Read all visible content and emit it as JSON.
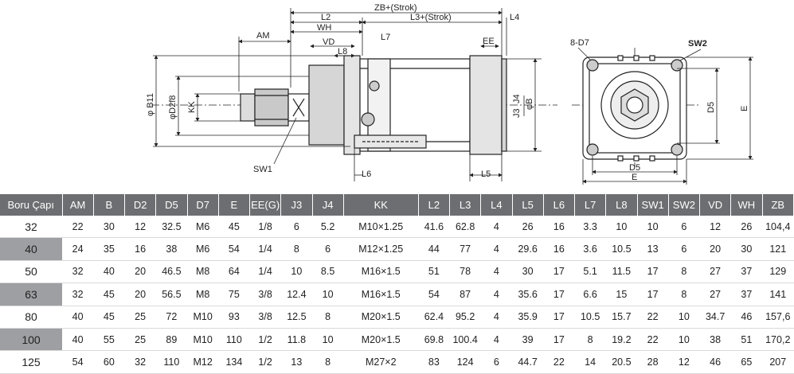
{
  "drawing": {
    "dims": {
      "zb": "ZB+(Strok)",
      "l3": "L3+(Strok)",
      "l4": "L4",
      "l2": "L2",
      "wh": "WH",
      "am": "AM",
      "vd": "VD",
      "l7": "L7",
      "l8": "L8",
      "ee": "EE",
      "b11": "φ B11",
      "d2f8": "φD2f8",
      "kk": "KK",
      "j3": "J3",
      "j4": "J4",
      "phib": "φB",
      "l6": "L6",
      "l5": "L5",
      "sw1": "SW1",
      "d7": "8-D7",
      "sw2": "SW2",
      "d5v": "D5",
      "ev": "E",
      "d5h": "D5",
      "eh": "E"
    }
  },
  "table": {
    "headers": [
      "Boru Çapı",
      "AM",
      "B",
      "D2",
      "D5",
      "D7",
      "E",
      "EE(G)",
      "J3",
      "J4",
      "KK",
      "L2",
      "L3",
      "L4",
      "L5",
      "L6",
      "L7",
      "L8",
      "SW1",
      "SW2",
      "VD",
      "WH",
      "ZB"
    ],
    "rows": [
      [
        "32",
        "22",
        "30",
        "12",
        "32.5",
        "M6",
        "45",
        "1/8",
        "6",
        "5.2",
        "M10×1.25",
        "41.6",
        "62.8",
        "4",
        "26",
        "16",
        "3.3",
        "10",
        "10",
        "6",
        "12",
        "26",
        "104,4"
      ],
      [
        "40",
        "24",
        "35",
        "16",
        "38",
        "M6",
        "54",
        "1/4",
        "8",
        "6",
        "M12×1.25",
        "44",
        "77",
        "4",
        "29.6",
        "16",
        "3.6",
        "10.5",
        "13",
        "6",
        "20",
        "30",
        "121"
      ],
      [
        "50",
        "32",
        "40",
        "20",
        "46.5",
        "M8",
        "64",
        "1/4",
        "10",
        "8.5",
        "M16×1.5",
        "51",
        "78",
        "4",
        "30",
        "17",
        "5.1",
        "11.5",
        "17",
        "8",
        "27",
        "37",
        "129"
      ],
      [
        "63",
        "32",
        "45",
        "20",
        "56.5",
        "M8",
        "75",
        "3/8",
        "12.4",
        "10",
        "M16×1.5",
        "54",
        "87",
        "4",
        "35.6",
        "17",
        "6.6",
        "15",
        "17",
        "8",
        "27",
        "37",
        "141"
      ],
      [
        "80",
        "40",
        "45",
        "25",
        "72",
        "M10",
        "93",
        "3/8",
        "12.5",
        "8",
        "M20×1.5",
        "62.4",
        "95.2",
        "4",
        "35.9",
        "17",
        "10.5",
        "15.7",
        "22",
        "10",
        "34.7",
        "46",
        "157,6"
      ],
      [
        "100",
        "40",
        "55",
        "25",
        "89",
        "M10",
        "110",
        "1/2",
        "11.8",
        "10",
        "M20×1.5",
        "69.8",
        "100.4",
        "4",
        "39",
        "17",
        "8",
        "19.2",
        "22",
        "10",
        "38",
        "51",
        "170,2"
      ],
      [
        "125",
        "54",
        "60",
        "32",
        "110",
        "M12",
        "134",
        "1/2",
        "13",
        "8",
        "M27×2",
        "83",
        "124",
        "6",
        "44.7",
        "22",
        "14",
        "20.5",
        "28",
        "12",
        "46",
        "65",
        "207"
      ]
    ]
  }
}
